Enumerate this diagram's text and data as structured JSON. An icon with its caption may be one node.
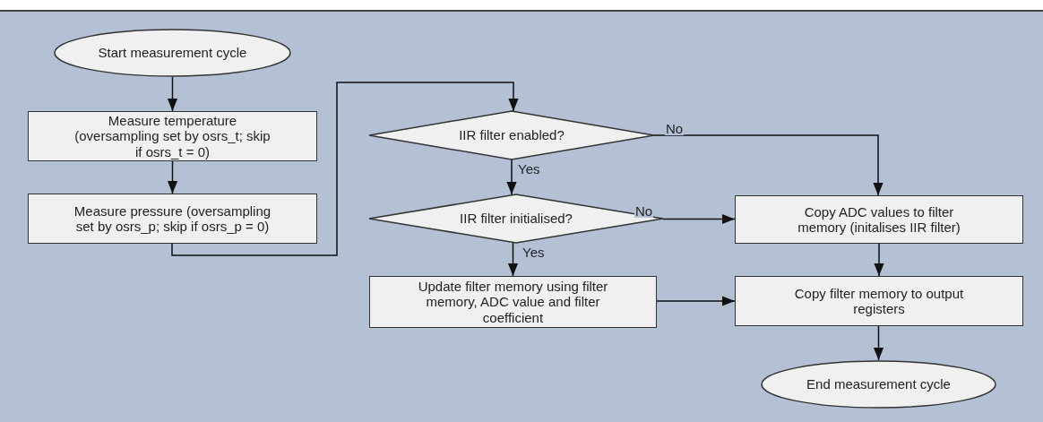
{
  "diagram": {
    "nodes": [
      {
        "text": [
          "Start measurement cycle"
        ]
      },
      {
        "text": [
          "Measure temperature (oversampling set by osrs_t; skip if osrs_t = 0)"
        ]
      },
      {
        "text": [
          "Measure pressure (oversampling set by osrs_p; skip if osrs_p = 0)"
        ]
      },
      {
        "text": [
          "IIR filter enabled?"
        ]
      },
      {
        "text": [
          "IIR filter initialised?"
        ]
      },
      {
        "text": [
          "Update filter memory using filter memory, ADC value and filter coefficient"
        ]
      },
      {
        "text": [
          "Copy ADC values to filter memory (initalises IIR filter)"
        ]
      },
      {
        "text": [
          "Copy filter memory to output registers"
        ]
      },
      {
        "text": [
          "End measurement cycle"
        ]
      }
    ],
    "edges": [
      {
        "from": 0,
        "to": 1,
        "arrow": "to"
      },
      {
        "from": 1,
        "to": 2,
        "arrow": "to"
      },
      {
        "from": 2,
        "to": 3,
        "arrow": "to"
      },
      {
        "from": 3,
        "to": 4,
        "arrow": "to",
        "label": "Yes"
      },
      {
        "from": 3,
        "to": 6,
        "arrow": "to",
        "label": "No"
      },
      {
        "from": 4,
        "to": 5,
        "arrow": "to",
        "label": "Yes"
      },
      {
        "from": 4,
        "to": 6,
        "arrow": "to",
        "label": "No"
      },
      {
        "from": 5,
        "to": 7,
        "arrow": "to"
      },
      {
        "from": 6,
        "to": 7,
        "arrow": "to"
      },
      {
        "from": 7,
        "to": 8,
        "arrow": "to"
      }
    ]
  }
}
